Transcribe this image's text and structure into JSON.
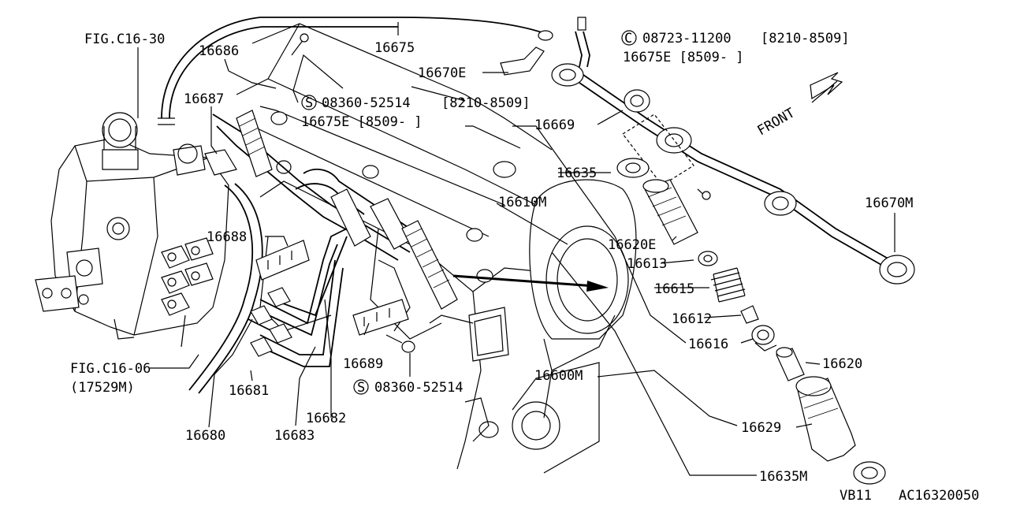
{
  "labels": {
    "fig_c16_30": "FIG.C16-30",
    "p16686": "16686",
    "p16675": "16675",
    "s_08723_11200": "08723-11200",
    "s_08723_11200_range": "[8210-8509]",
    "p16675e_top": "16675E [8509-   ]",
    "p16670e": "16670E",
    "p16687": "16687",
    "s_08360_52514_top": "08360-52514",
    "s_08360_52514_top_range": "[8210-8509]",
    "p16675e_mid": "16675E [8509-   ]",
    "p16669": "16669",
    "front": "FRONT",
    "p16635": "16635",
    "p16610m": "16610M",
    "p16670m": "16670M",
    "p16688": "16688",
    "p16620e": "16620E",
    "p16613": "16613",
    "p16615": "16615",
    "p16612": "16612",
    "p16616": "16616",
    "p16620": "16620",
    "p16689": "16689",
    "s_08360_52514_bot": "08360-52514",
    "fig_c16_06": "FIG.C16-06",
    "fig_c16_06_sub": "(17529M)",
    "p16681": "16681",
    "p16600m": "16600M",
    "p16682": "16682",
    "p16629": "16629",
    "p16680": "16680",
    "p16683": "16683",
    "p16635m": "16635M",
    "footer_model": "VB11",
    "footer_code": "AC16320050"
  },
  "symbols": {
    "circle_c": "C",
    "circle_s": "S"
  }
}
